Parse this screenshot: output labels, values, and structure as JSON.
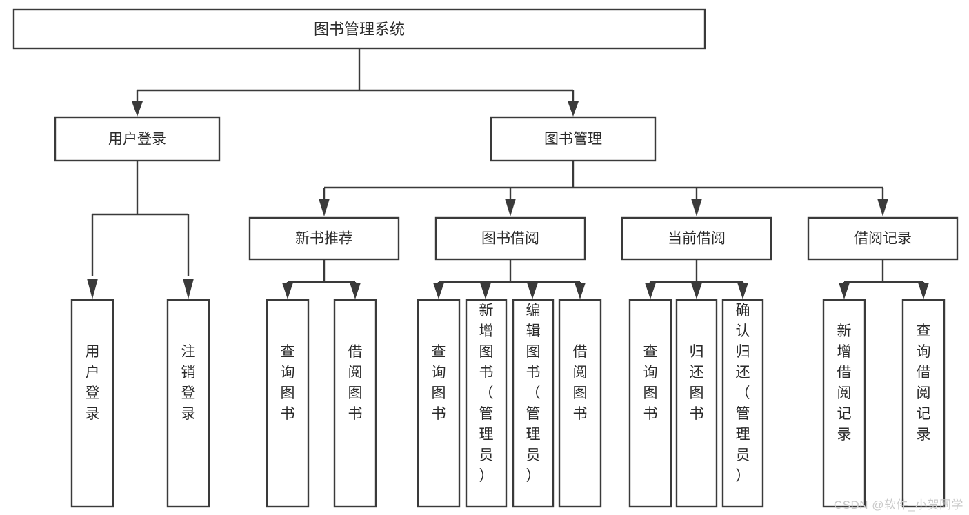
{
  "diagram": {
    "type": "tree",
    "title": "图书管理系统",
    "root": {
      "id": "root",
      "label": "图书管理系统"
    },
    "level2": [
      {
        "id": "user-login",
        "label": "用户登录"
      },
      {
        "id": "book-manage",
        "label": "图书管理"
      }
    ],
    "level3": [
      {
        "id": "new-book-recommend",
        "label": "新书推荐",
        "parent": "book-manage"
      },
      {
        "id": "book-borrow",
        "label": "图书借阅",
        "parent": "book-manage"
      },
      {
        "id": "current-borrow",
        "label": "当前借阅",
        "parent": "book-manage"
      },
      {
        "id": "borrow-record",
        "label": "借阅记录",
        "parent": "book-manage"
      }
    ],
    "leaves": [
      {
        "id": "leaf-user-login",
        "label": "用户登录",
        "parent": "user-login"
      },
      {
        "id": "leaf-user-logout",
        "label": "注销登录",
        "parent": "user-login"
      },
      {
        "id": "leaf-query-book-1",
        "label": "查询图书",
        "parent": "new-book-recommend"
      },
      {
        "id": "leaf-borrow-book-1",
        "label": "借阅图书",
        "parent": "new-book-recommend"
      },
      {
        "id": "leaf-query-book-2",
        "label": "查询图书",
        "parent": "book-borrow"
      },
      {
        "id": "leaf-add-book",
        "label": "新增图书（管理员）",
        "parent": "book-borrow"
      },
      {
        "id": "leaf-edit-book",
        "label": "编辑图书（管理员）",
        "parent": "book-borrow"
      },
      {
        "id": "leaf-borrow-book-2",
        "label": "借阅图书",
        "parent": "book-borrow"
      },
      {
        "id": "leaf-query-book-3",
        "label": "查询图书",
        "parent": "current-borrow"
      },
      {
        "id": "leaf-return-book",
        "label": "归还图书",
        "parent": "current-borrow"
      },
      {
        "id": "leaf-confirm-return",
        "label": "确认归还（管理员）",
        "parent": "current-borrow"
      },
      {
        "id": "leaf-add-record",
        "label": "新增借阅记录",
        "parent": "borrow-record"
      },
      {
        "id": "leaf-query-record",
        "label": "查询借阅记录",
        "parent": "borrow-record"
      }
    ],
    "colors": {
      "stroke": "#3a3a3a",
      "fill": "#ffffff",
      "text": "#2b2b2b",
      "background": "#ffffff",
      "watermark": "#c9c9c9"
    }
  },
  "watermark": {
    "text": "CSDN @软件_小贺同学"
  }
}
